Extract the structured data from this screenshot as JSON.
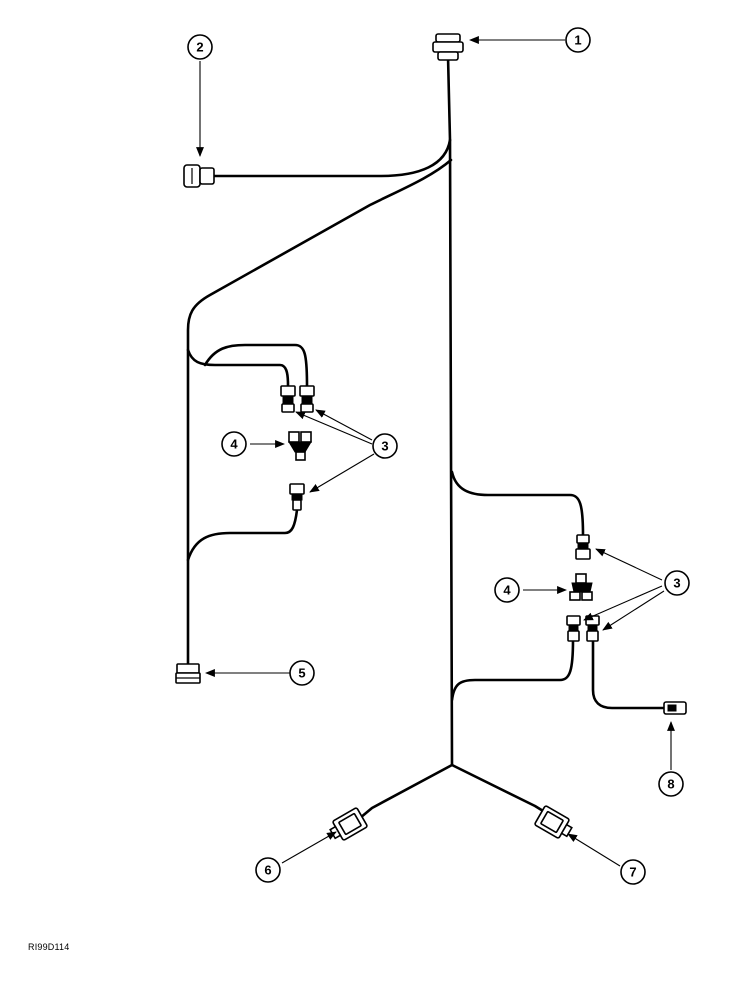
{
  "figure_reference": "RI99D114",
  "callouts": {
    "c1": "1",
    "c2": "2",
    "c3a": "3",
    "c3b": "3",
    "c4a": "4",
    "c4b": "4",
    "c5": "5",
    "c6": "6",
    "c7": "7",
    "c8": "8"
  },
  "icons": {
    "connector": "connector-icon",
    "arrowhead": "arrowhead-icon"
  }
}
